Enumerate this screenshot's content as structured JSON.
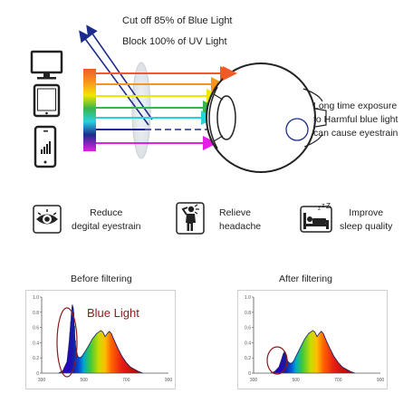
{
  "header": {
    "line1": "Cut off 85% of Blue Light",
    "line2": "Block 100% of UV Light"
  },
  "devices": [
    {
      "icon": "monitor-icon"
    },
    {
      "icon": "tablet-icon"
    },
    {
      "icon": "smartphone-icon"
    }
  ],
  "eye_note": {
    "line1": "Long time exposure",
    "line2": "to Harmful blue light",
    "line3": "can cause eyestrain"
  },
  "features": [
    {
      "icon": "eye-icon",
      "line1": "Reduce",
      "line2": "degital eyestrain"
    },
    {
      "icon": "headache-person-icon",
      "line1": "Relieve",
      "line2": "headache"
    },
    {
      "icon": "sleeping-bed-icon",
      "line1": "Improve",
      "line2": "sleep quality"
    }
  ],
  "colors": {
    "red": "#f05a28",
    "orange": "#f7941d",
    "yellow": "#f2e600",
    "green": "#39b54a",
    "cyan": "#29d0e0",
    "blue": "#1c2c8c",
    "violet": "#e61ee6",
    "highlight": "#8b1a1a"
  },
  "charts": {
    "before": {
      "title": "Before filtering",
      "annotation": "Blue Light"
    },
    "after": {
      "title": "After filtering"
    }
  },
  "chart_data": [
    {
      "type": "area",
      "title": "Before filtering",
      "xlabel": "",
      "ylabel": "",
      "xlim": [
        300,
        900
      ],
      "ylim": [
        0,
        1.0
      ],
      "xticks": [
        "300",
        "500",
        "700",
        "900"
      ],
      "yticks": [
        "0",
        "0.2",
        "0.4",
        "0.6",
        "0.8",
        "1.0"
      ],
      "x": [
        380,
        400,
        420,
        430,
        440,
        445,
        450,
        455,
        460,
        470,
        480,
        490,
        500,
        520,
        540,
        560,
        580,
        590,
        600,
        610,
        620,
        630,
        640,
        660,
        680,
        700,
        720,
        740,
        760,
        780
      ],
      "values": [
        0.0,
        0.03,
        0.15,
        0.4,
        0.75,
        0.9,
        0.85,
        0.55,
        0.35,
        0.22,
        0.2,
        0.22,
        0.26,
        0.35,
        0.45,
        0.52,
        0.56,
        0.54,
        0.48,
        0.52,
        0.55,
        0.52,
        0.45,
        0.33,
        0.22,
        0.14,
        0.08,
        0.05,
        0.02,
        0.0
      ]
    },
    {
      "type": "area",
      "title": "After filtering",
      "xlabel": "",
      "ylabel": "",
      "xlim": [
        300,
        900
      ],
      "ylim": [
        0,
        1.0
      ],
      "xticks": [
        "300",
        "500",
        "700",
        "900"
      ],
      "yticks": [
        "0",
        "0.2",
        "0.4",
        "0.6",
        "0.8",
        "1.0"
      ],
      "x": [
        380,
        400,
        420,
        430,
        440,
        445,
        450,
        455,
        460,
        470,
        480,
        490,
        500,
        520,
        540,
        560,
        580,
        590,
        600,
        610,
        620,
        630,
        640,
        660,
        680,
        700,
        720,
        740,
        760,
        780
      ],
      "values": [
        0.0,
        0.02,
        0.08,
        0.16,
        0.25,
        0.28,
        0.26,
        0.2,
        0.16,
        0.13,
        0.13,
        0.16,
        0.22,
        0.33,
        0.44,
        0.52,
        0.56,
        0.54,
        0.48,
        0.52,
        0.55,
        0.52,
        0.45,
        0.33,
        0.22,
        0.14,
        0.08,
        0.05,
        0.02,
        0.0
      ]
    }
  ]
}
